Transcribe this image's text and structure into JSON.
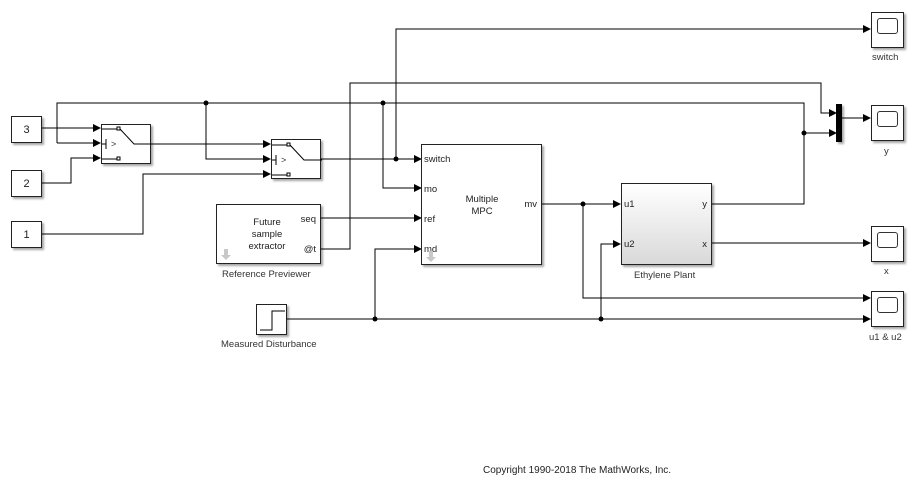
{
  "diagram": {
    "constants": [
      {
        "id": "const-3",
        "value": "3"
      },
      {
        "id": "const-2",
        "value": "2"
      },
      {
        "id": "const-1",
        "value": "1"
      }
    ],
    "switch_blocks": [
      {
        "id": "switch-1",
        "threshold_symbol": ">"
      },
      {
        "id": "switch-2",
        "threshold_symbol": ">"
      }
    ],
    "reference_previewer": {
      "label": "Reference Previewer",
      "body_lines": [
        "Future",
        "sample",
        "extractor"
      ],
      "ports_out": [
        "seq",
        "@t"
      ]
    },
    "measured_disturbance": {
      "label": "Measured Disturbance",
      "icon": "step-icon"
    },
    "mpc": {
      "title_lines": [
        "Multiple",
        "MPC"
      ],
      "ports_in": [
        "switch",
        "mo",
        "ref",
        "md"
      ],
      "ports_out": [
        "mv"
      ]
    },
    "plant": {
      "label": "Ethylene Plant",
      "ports_in": [
        "u1",
        "u2"
      ],
      "ports_out": [
        "y",
        "x"
      ]
    },
    "scopes": [
      {
        "id": "scope-switch",
        "label": "switch"
      },
      {
        "id": "scope-y",
        "label": "y"
      },
      {
        "id": "scope-x",
        "label": "x"
      },
      {
        "id": "scope-u",
        "label": "u1 & u2"
      }
    ],
    "mux_icon": "mux-bar"
  },
  "footer": {
    "copyright": "Copyright 1990-2018 The MathWorks, Inc."
  }
}
